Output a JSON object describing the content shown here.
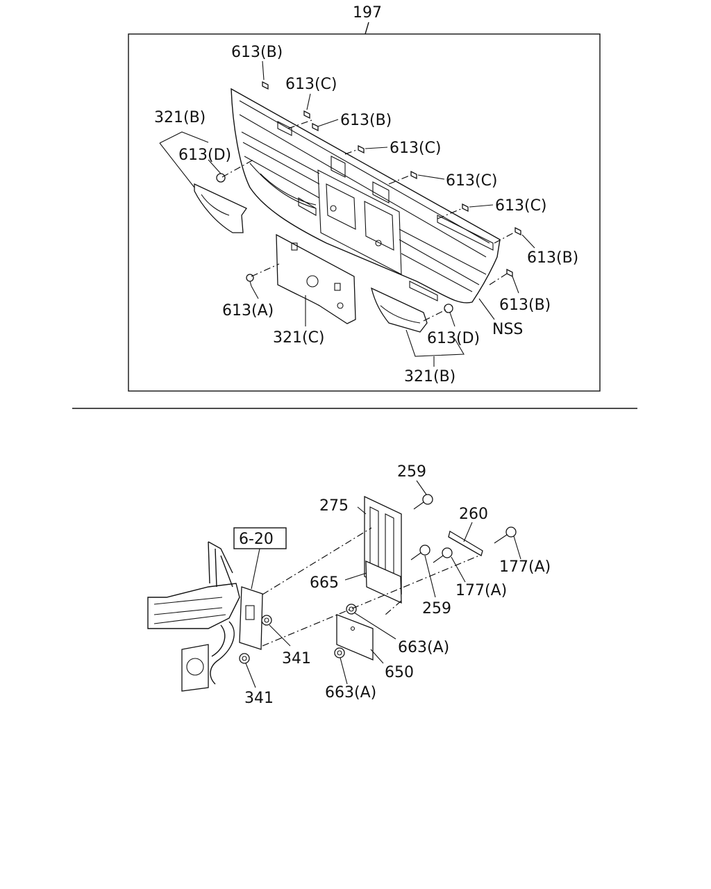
{
  "top": {
    "assembly_ref": "197",
    "labels": {
      "c613b_1": "613(B)",
      "c613c_1": "613(C)",
      "c613b_2": "613(B)",
      "c321b_left": "321(B)",
      "c613d_left": "613(D)",
      "c613c_2": "613(C)",
      "c613c_3": "613(C)",
      "c613c_4": "613(C)",
      "c613b_3": "613(B)",
      "c613b_4": "613(B)",
      "c613a": "613(A)",
      "c321c": "321(C)",
      "nss": "NSS",
      "c613d_right": "613(D)",
      "c321b_right": "321(B)"
    }
  },
  "bottom": {
    "labels": {
      "p259_top": "259",
      "p275": "275",
      "p260": "260",
      "ref_6_20": "6-20",
      "p177a_1": "177(A)",
      "p665": "665",
      "p177a_2": "177(A)",
      "p259_2": "259",
      "p663a_1": "663(A)",
      "p341_1": "341",
      "p650": "650",
      "p341_2": "341",
      "p663a_2": "663(A)"
    }
  }
}
